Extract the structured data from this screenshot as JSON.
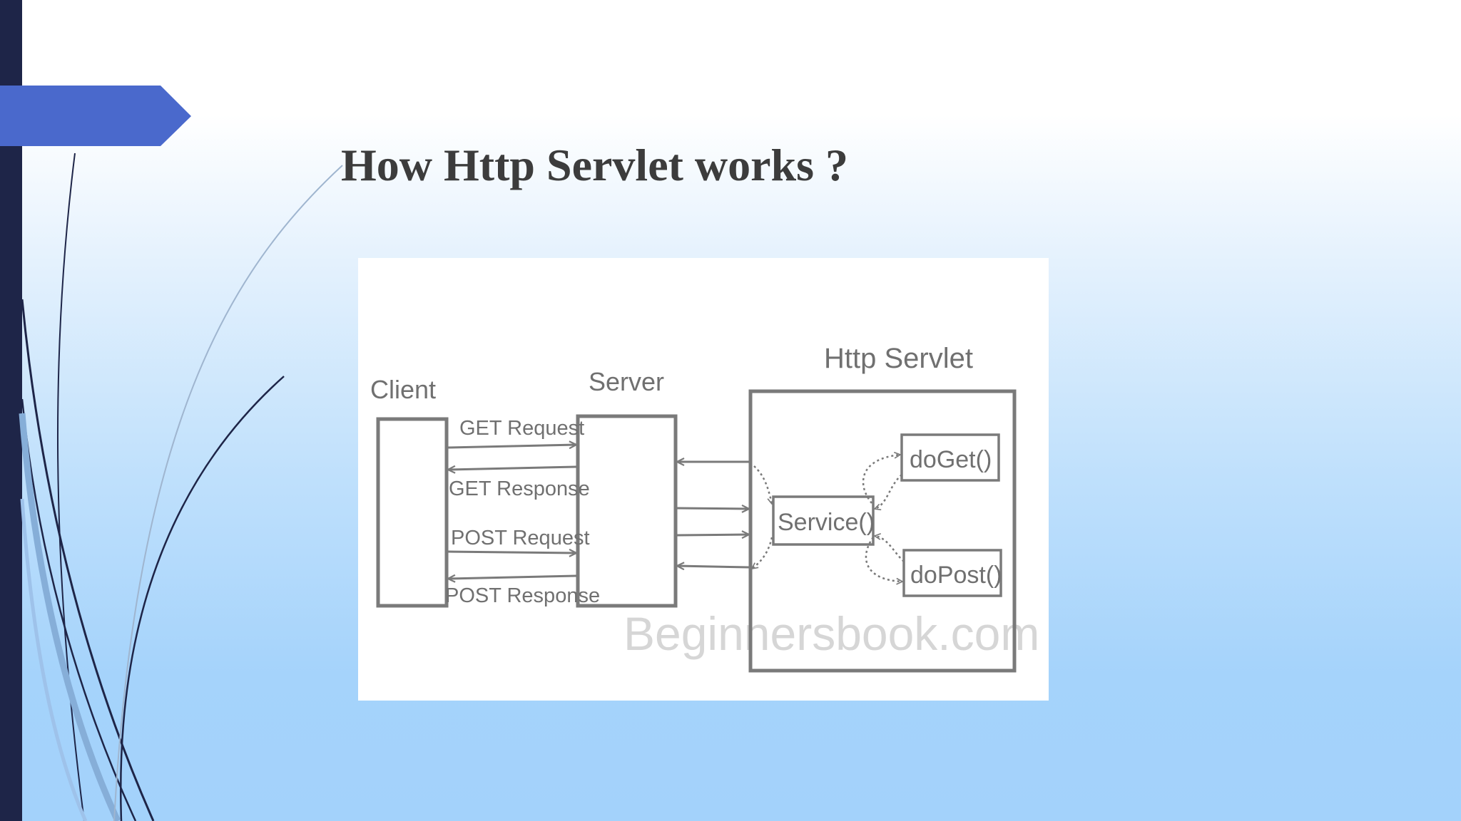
{
  "slide": {
    "title": "How Http Servlet works ?"
  },
  "diagram": {
    "client_label": "Client",
    "server_label": "Server",
    "servlet_label": "Http Servlet",
    "service_label": "Service()",
    "doget_label": "doGet()",
    "dopost_label": "doPost()",
    "arrows": {
      "get_request": "GET Request",
      "get_response": "GET Response",
      "post_request": "POST Request",
      "post_response": "POST Response"
    },
    "watermark": "Beginnersbook.com"
  },
  "colors": {
    "accent_tab": "#4a69cc",
    "left_bar": "#1e2548",
    "box_stroke": "#7a7a7a",
    "title_text": "#3c3c3c"
  }
}
